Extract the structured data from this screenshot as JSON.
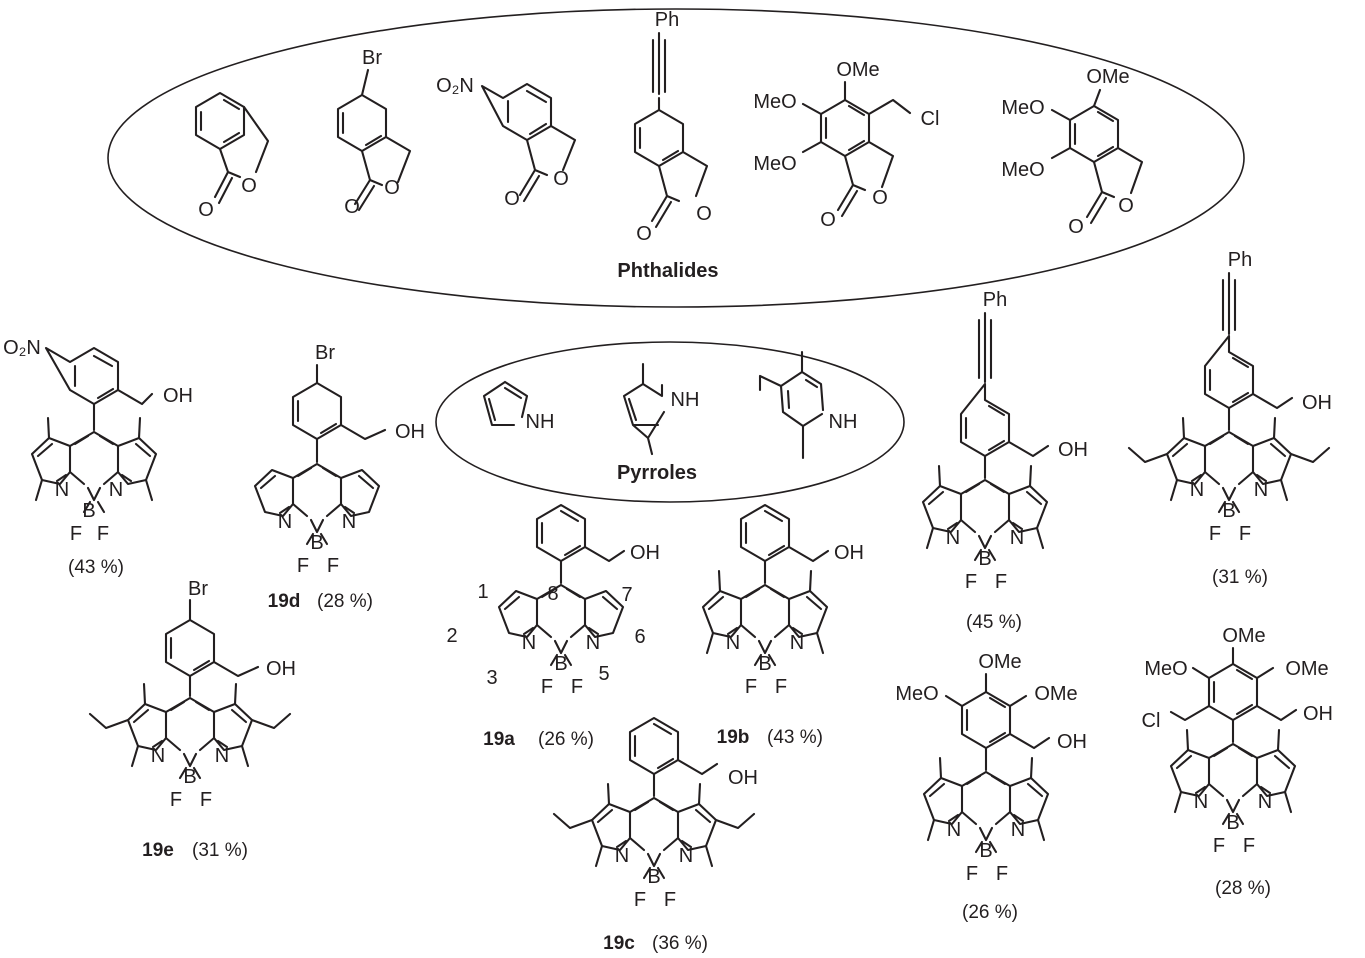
{
  "phthalides": {
    "title": "Phthalides",
    "items": [
      {
        "id": "phthalide",
        "labels": {
          "O1": "O",
          "O2": "O"
        }
      },
      {
        "id": "bromophthalide",
        "labels": {
          "Br": "Br",
          "O1": "O",
          "O2": "O"
        }
      },
      {
        "id": "nitrophthalide",
        "labels": {
          "NO2": "O₂N",
          "O1": "O",
          "O2": "O"
        }
      },
      {
        "id": "phenylethynylphthalide",
        "labels": {
          "Ph": "Ph",
          "O1": "O",
          "O2": "O"
        }
      },
      {
        "id": "chloromethyl-trimethoxy-phthalide",
        "labels": {
          "OMe": "OMe",
          "MeO1": "MeO",
          "MeO2": "MeO",
          "Cl": "Cl",
          "O1": "O",
          "O2": "O"
        }
      },
      {
        "id": "trimethoxyphthalide",
        "labels": {
          "OMe": "OMe",
          "MeO1": "MeO",
          "MeO2": "MeO",
          "O1": "O",
          "O2": "O"
        }
      }
    ]
  },
  "pyrroles": {
    "title": "Pyrroles",
    "items": [
      {
        "id": "pyrrole",
        "label": "NH"
      },
      {
        "id": "2,4-dimethylpyrrole",
        "label": "NH"
      },
      {
        "id": "3-ethyl-2,4-dimethylpyrrole",
        "label": "NH"
      }
    ]
  },
  "bodipy": {
    "atoms": {
      "N": "N",
      "B": "B",
      "F": "F",
      "OH": "OH"
    },
    "numbering": {
      "n1": "1",
      "n2": "2",
      "n3": "3",
      "n5": "5",
      "n6": "6",
      "n7": "7",
      "n8": "8"
    },
    "products": [
      {
        "id": "nitro-bodipy",
        "compound": "",
        "yield": "(43 %)",
        "substituent": "O₂N"
      },
      {
        "id": "19d",
        "compound": "19d",
        "yield": "(28 %)",
        "substituent": "Br"
      },
      {
        "id": "19e",
        "compound": "19e",
        "yield": "(31 %)",
        "substituent": "Br"
      },
      {
        "id": "19a",
        "compound": "19a",
        "yield": "(26 %)"
      },
      {
        "id": "19b",
        "compound": "19b",
        "yield": "(43 %)"
      },
      {
        "id": "19c",
        "compound": "19c",
        "yield": "(36 %)"
      },
      {
        "id": "ph-bodipy-1",
        "compound": "",
        "yield": "(45 %)",
        "substituent": "Ph"
      },
      {
        "id": "ph-bodipy-2",
        "compound": "",
        "yield": "(31 %)",
        "substituent": "Ph"
      },
      {
        "id": "ome-bodipy-1",
        "compound": "",
        "yield": "(26 %)",
        "substituents": {
          "OMe": "OMe",
          "MeO": "MeO"
        }
      },
      {
        "id": "ome-bodipy-2",
        "compound": "",
        "yield": "(28 %)",
        "substituents": {
          "OMe": "OMe",
          "MeO": "MeO",
          "Cl": "Cl"
        }
      }
    ]
  }
}
